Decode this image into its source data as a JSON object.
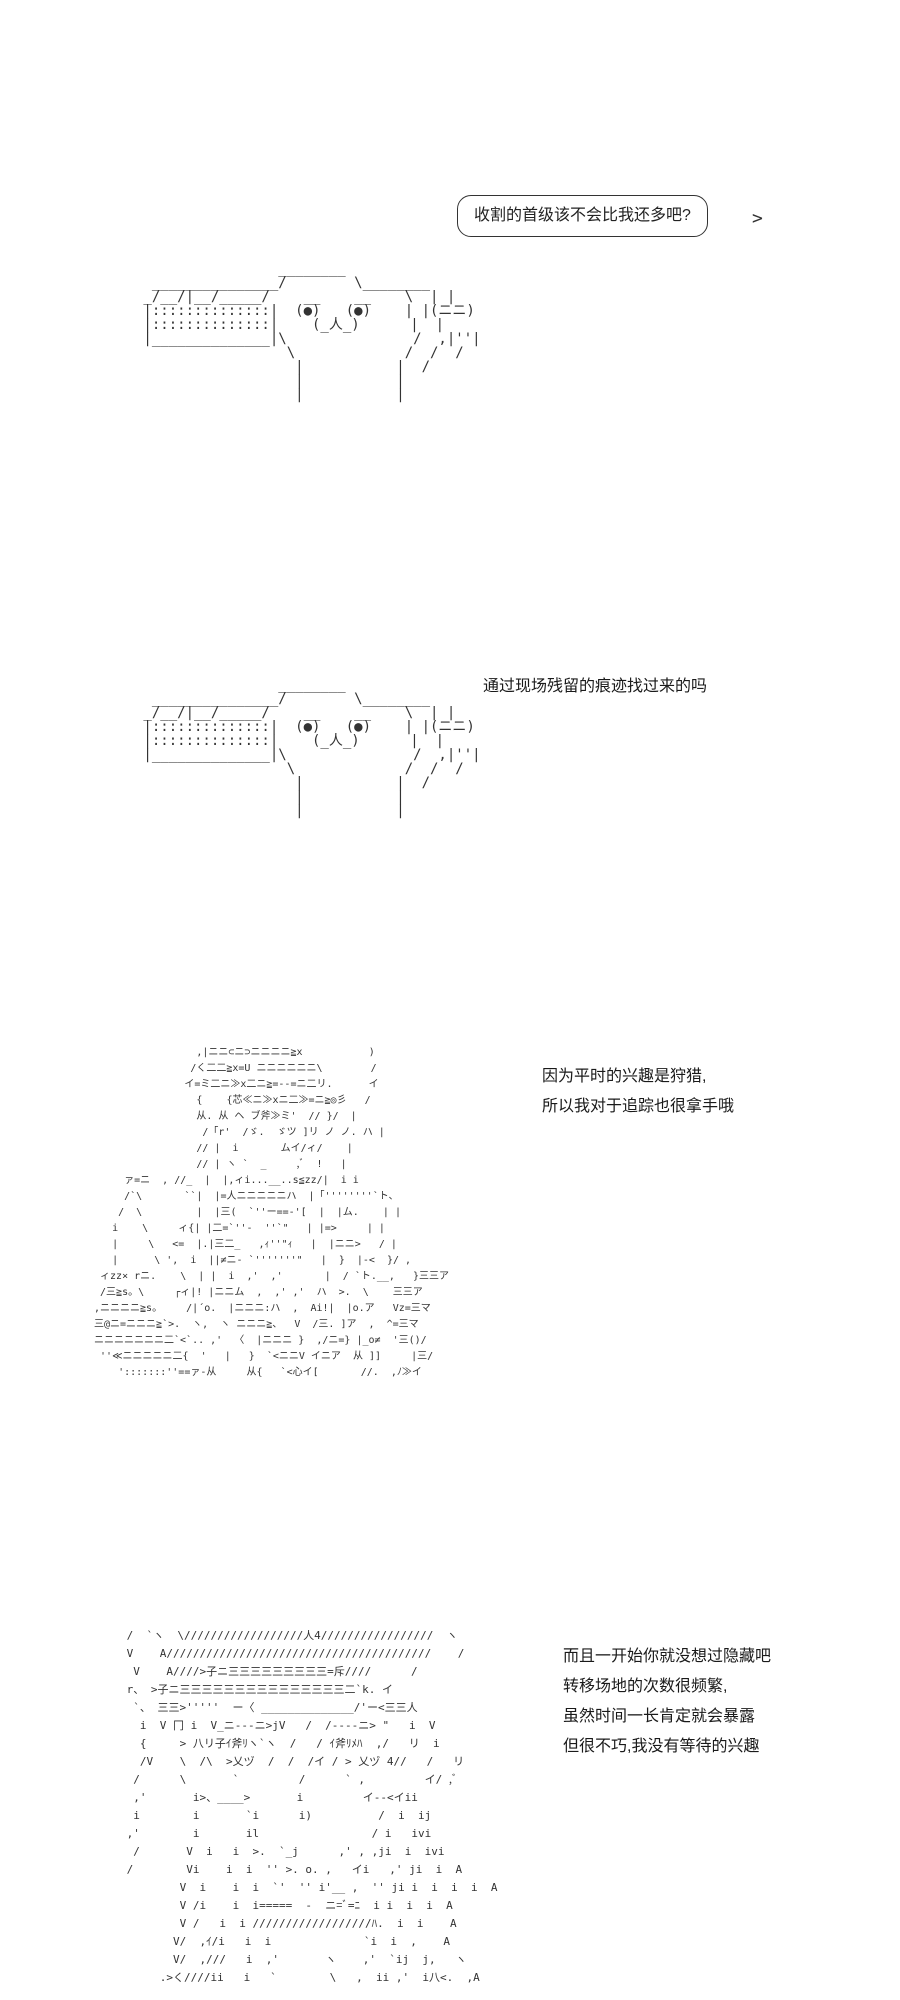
{
  "panel1": {
    "speech": "收割的首级该不会比我还多吧?",
    "art": [
      "                 ________",
      "  _______________/        \\________",
      " _/__/|__/_____/    __    __    \\  | |",
      " |::::::::::::::|  (●)   (●)    | |(ニニ)",
      " |::::::::::::::|    (_人_)      |  |",
      " |______________|\\               /  ,|''|",
      "                  \\             /  /  /",
      "                   |           |  /",
      "                   |           |",
      "                   |           |"
    ]
  },
  "panel2": {
    "text": [
      "通过现场残留的痕迹找过来的吗"
    ],
    "art": [
      "                 ________",
      "  _______________/        \\________",
      " _/__/|__/_____/    __    __    \\  | |",
      " |::::::::::::::|  (●)   (●)    | |(ニニ)",
      " |::::::::::::::|    (_人_)      |  |",
      " |______________|\\               /  ,|''|",
      "                  \\             /  /  /",
      "                   |           |  /",
      "                   |           |",
      "                   |           |"
    ]
  },
  "panel3": {
    "text": [
      "因为平时的兴趣是狩猎,",
      "所以我对于追踪也很拿手哦"
    ],
    "art": [
      "                  ,|ニニ⊂ニ⊃ニニニニ≧x           )",
      "                 /く二二≧x=U ニニニニニニ\\        /",
      "                イ=ミ二ニ≫x二ニ≧=-‐=ニ二リ.      イ",
      "                  {    {芯≪ニ≫xニ二≫=ニ≧◎彡   /",
      "                  从. 从 ヘ ブ斧≫ミ'  // }/  |",
      "                   /「r'  /ゞ.  ゞツ ]リ ノ ノ. ハ |",
      "                  // |  i       ムイ/ィ/    |",
      "                  // | ヽ `  _     ,ﾞ  !   |",
      "      ァ=ニ  , //_  |  |,ィi...__..s≦zz/|  i i",
      "      /`\\       ``|  |=人ニニニニニハ  |「''''''''`ト、",
      "     /  \\         |  |三(  `''ー==‐'[  |  |ム.    | |",
      "    i    \\     ィ{| |二=`''‐  ''`\"   | |=>     | |",
      "    |     \\   <=  |.|三二_   ,ｨ''\"ｨ   |  |ニニ>   / |",
      "    |      \\ ',  i  ||≠ニ- `'''''''\"   |  }  |-<  }/ ,",
      "  ィzz× rニ.    \\  | |  i  ,'  ,'       |  / `ト.__,   }三三ア",
      "  /三≧s。\\     ┌ィ|! |ニニム  ,  ,' ,'  ハ  >.  \\    三三ア",
      " ,ニニニニ≧s。    /|´o.  |ニニニ:ハ  ,  Ai!|  |o.ア   Vz=三マ",
      " 三@ニ=ニニニ≧`>.  ヽ,  ヽ ニニニ≧、  V  /三. ]ア  ,  ^=三マ",
      " ニニニニニニニ二`<`.. ,'  〈  |ニニニ }  ,/ニ=} |_o≠  '三()/",
      "  ''≪ニニニニニ二{  '   |   }  `<ニニV イニア  从 ]]     |三/",
      "     ':::::::''==ァ-从     从{   `<心イ[       //.  ,ﾉ≫イ"
    ]
  },
  "panel4": {
    "text": [
      "而且一开始你就没想过隐藏吧",
      "转移场地的次数很频繁,",
      "虽然时间一长肯定就会暴露",
      "但很不巧,我没有等待的兴趣"
    ],
    "art": [
      " /  `ヽ  \\//////////////////人4/////////////////  ヽ",
      " V    A////////////////////////////////////////    /",
      "  V    A////>子ニ三三三三三三三三三=斥////      /",
      " r、 >子ニ三三三三三三三三三三三三三三三二`k. イ",
      "  `、 三三>'''''  ー〈 ______________/'ー<三三人",
      "   i  V 冂 i  V_ニ---ニ>jV   /  /----ニ> \"   i  V",
      "   {     > 八リ子ｲ斧ﾘヽ`ヽ  /   / ｲ斧ﾘﾒﾊ  ,/   リ  i",
      "   /V    \\  /\\  >乂ヅ  /  /  /イ / > 乂ヅ 4//   /   リ",
      "  /      \\       `         /      ` ,         イ/ ,ﾞ",
      "  ,'       i>、____>       i         イ‐-<イii",
      "  i        i       `i      i)          /  i  ij",
      " ,'        i       il                 / i   ivi",
      "  /       V  i   i  >.  `_j      ,' , ,ji  i  ivi",
      " /        Vi    i  i  '' >. o. ,   イi   ,' ji  i  A",
      "         V  i    i  i  `'  '' i'__ ,  '' ji i  i  i  i  A",
      "         V /i    i  i=====  -  ニ=ﾞ=ﾆ  i i  i  i  A",
      "         V /   i  i //////////////////ﾊ.  i  i    A",
      "        V/  ,ｲ/i   i  i              `i  i  ,    A",
      "        V/  ,///   i  ,'       ヽ    ,'  `ij  j,   ヽ",
      "      .>く////ii   i   `        \\   ,  ii ,'  i八<.  ,A"
    ]
  }
}
